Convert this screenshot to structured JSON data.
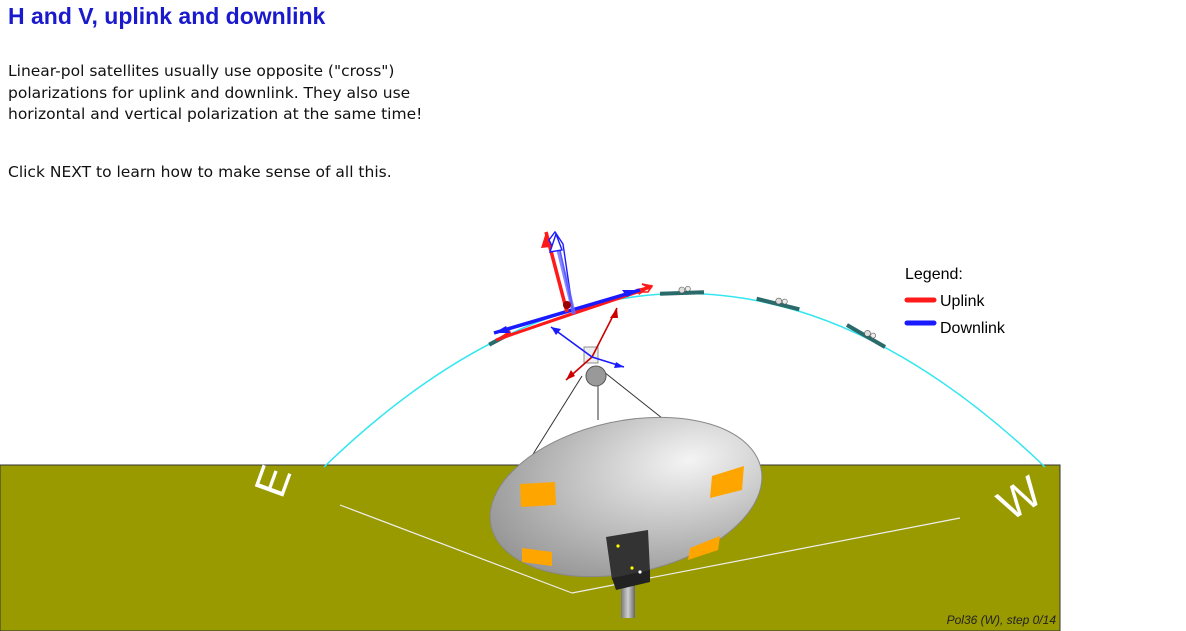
{
  "heading": "H and V, uplink and downlink",
  "intro_lines": [
    "Linear-pol satellites usually use opposite (\"cross\")",
    "polarizations for uplink and downlink. They also use",
    "horizontal and vertical polarization at the same time!"
  ],
  "instruction": "Click NEXT to learn how to make sense of all this.",
  "legend": {
    "title": "Legend:",
    "uplink_label": "Uplink",
    "downlink_label": "Downlink",
    "uplink_color": "#ff1a1a",
    "downlink_color": "#1a1aff"
  },
  "compass": {
    "east": "E",
    "west": "W"
  },
  "caption": "Pol36 (W), step 0/14",
  "colors": {
    "ground": "#999900",
    "arc": "#33e6f0",
    "heading": "#1a1acc",
    "feed_horn_marker": "#ffa500"
  }
}
